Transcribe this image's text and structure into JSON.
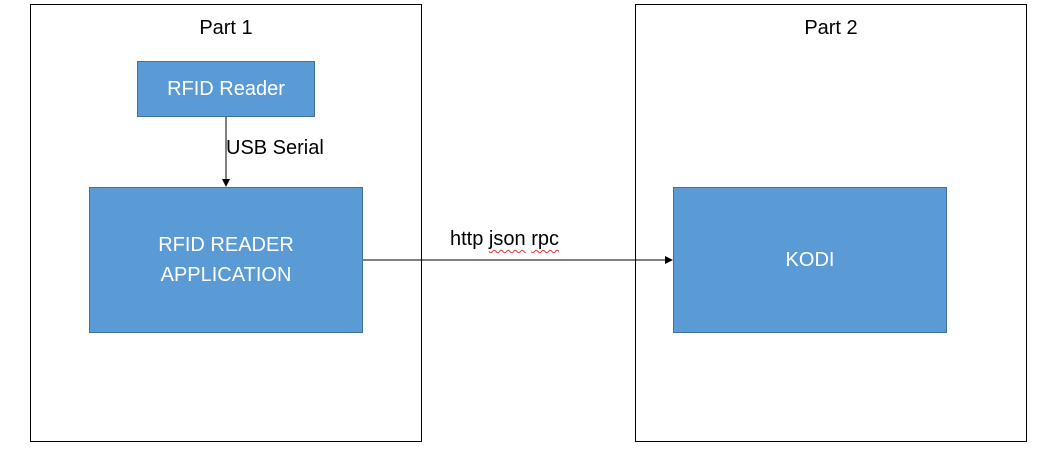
{
  "colors": {
    "node_fill": "#5b9bd5",
    "node_border": "#41719c",
    "line": "#000000",
    "spellcheck": "#e03030"
  },
  "parts": {
    "part1": {
      "title": "Part 1"
    },
    "part2": {
      "title": "Part 2"
    }
  },
  "nodes": {
    "rfid_reader": {
      "label": "RFID Reader"
    },
    "rfid_app": {
      "line1": "RFID READER",
      "line2": "APPLICATION"
    },
    "kodi": {
      "label": "KODI"
    }
  },
  "edges": {
    "reader_to_app": {
      "label": "USB Serial"
    },
    "app_to_kodi": {
      "word1": "http",
      "word2": "json",
      "word3": "rpc"
    }
  }
}
